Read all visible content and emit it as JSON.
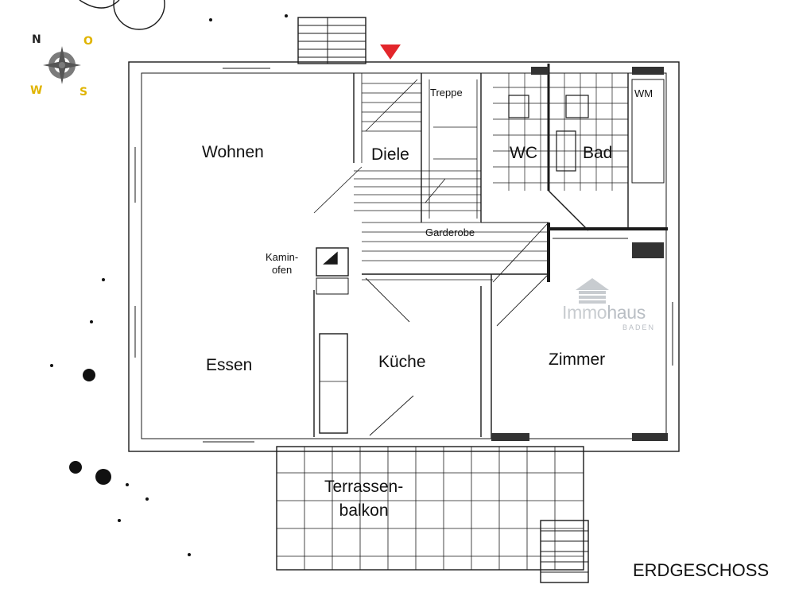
{
  "rooms": {
    "wohnen": "Wohnen",
    "diele": "Diele",
    "treppe": "Treppe",
    "wc": "WC",
    "bad": "Bad",
    "wm": "WM",
    "garderobe": "Garderobe",
    "kaminofen_line1": "Kamin-",
    "kaminofen_line2": "ofen",
    "essen": "Essen",
    "kueche": "Küche",
    "zimmer": "Zimmer",
    "terrasse_line1": "Terrassen-",
    "terrasse_line2": "balkon"
  },
  "floor_label": "ERDGESCHOSS",
  "logo": {
    "bold": "Immo",
    "rest": "haus",
    "sub": "BADEN"
  },
  "compass": {
    "n": "N",
    "o": "O",
    "s": "S",
    "w": "W",
    "color_ns": "#222222",
    "color_ow": "#e0b400"
  },
  "entrance_marker_color": "#e3262b",
  "wall_color": "#1a1a1a"
}
